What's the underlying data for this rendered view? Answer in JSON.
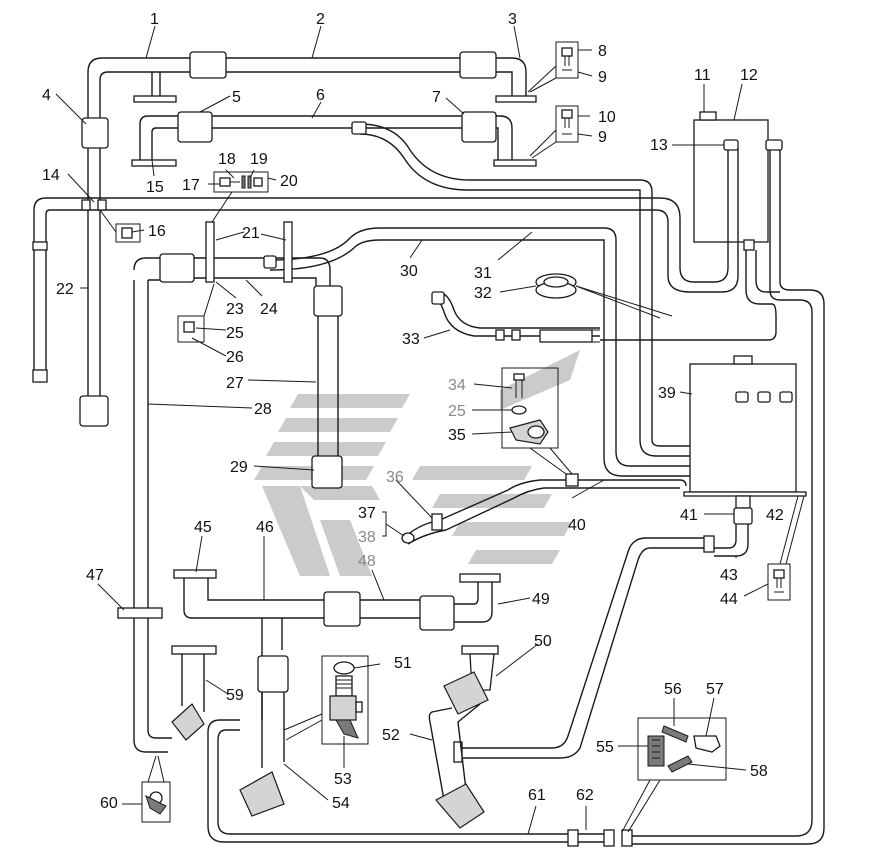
{
  "labels": {
    "p1": "1",
    "p2": "2",
    "p3": "3",
    "p4": "4",
    "p5": "5",
    "p6": "6",
    "p7": "7",
    "p8": "8",
    "p9a": "9",
    "p9b": "9",
    "p10": "10",
    "p11": "11",
    "p12": "12",
    "p13": "13",
    "p14": "14",
    "p15": "15",
    "p16": "16",
    "p17": "17",
    "p18": "18",
    "p19": "19",
    "p20": "20",
    "p21": "21",
    "p22": "22",
    "p23": "23",
    "p24": "24",
    "p25a": "25",
    "p25b": "25",
    "p26": "26",
    "p27": "27",
    "p28": "28",
    "p29": "29",
    "p30": "30",
    "p31": "31",
    "p32": "32",
    "p33": "33",
    "p34": "34",
    "p35": "35",
    "p36": "36",
    "p37": "37",
    "p38": "38",
    "p39": "39",
    "p40": "40",
    "p41": "41",
    "p42": "42",
    "p43": "43",
    "p44": "44",
    "p45": "45",
    "p46": "46",
    "p47": "47",
    "p48": "48",
    "p49": "49",
    "p50": "50",
    "p51": "51",
    "p52": "52",
    "p53": "53",
    "p54": "54",
    "p55": "55",
    "p56": "56",
    "p57": "57",
    "p58": "58",
    "p59": "59",
    "p60": "60",
    "p61": "61",
    "p62": "62"
  },
  "colors": {
    "line": "#1a1a1a",
    "watermark": "#c8c8c8",
    "gray_label": "#8a8a8a"
  }
}
